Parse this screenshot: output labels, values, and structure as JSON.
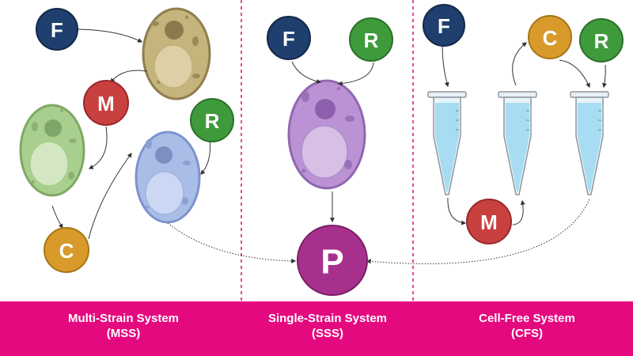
{
  "nodes": {
    "f": "F",
    "m": "M",
    "r": "R",
    "c": "C",
    "p": "P"
  },
  "systems": [
    {
      "name": "Multi-Strain System",
      "abbr": "(MSS)"
    },
    {
      "name": "Single-Strain System",
      "abbr": "(SSS)"
    },
    {
      "name": "Cell-Free System",
      "abbr": "(CFS)"
    }
  ],
  "colors": {
    "f": "#1f3f6e",
    "m": "#c8413f",
    "r": "#3f9a3c",
    "c": "#d89a2a",
    "p": "#a8308d",
    "banner": "#e5097f",
    "divider": "#e5097f",
    "cell_tan": "#c5b47c",
    "cell_green": "#a9cf8e",
    "cell_blue": "#a9bde7",
    "cell_purple": "#bb92d3",
    "tube_liquid": "#a8dcf2"
  }
}
